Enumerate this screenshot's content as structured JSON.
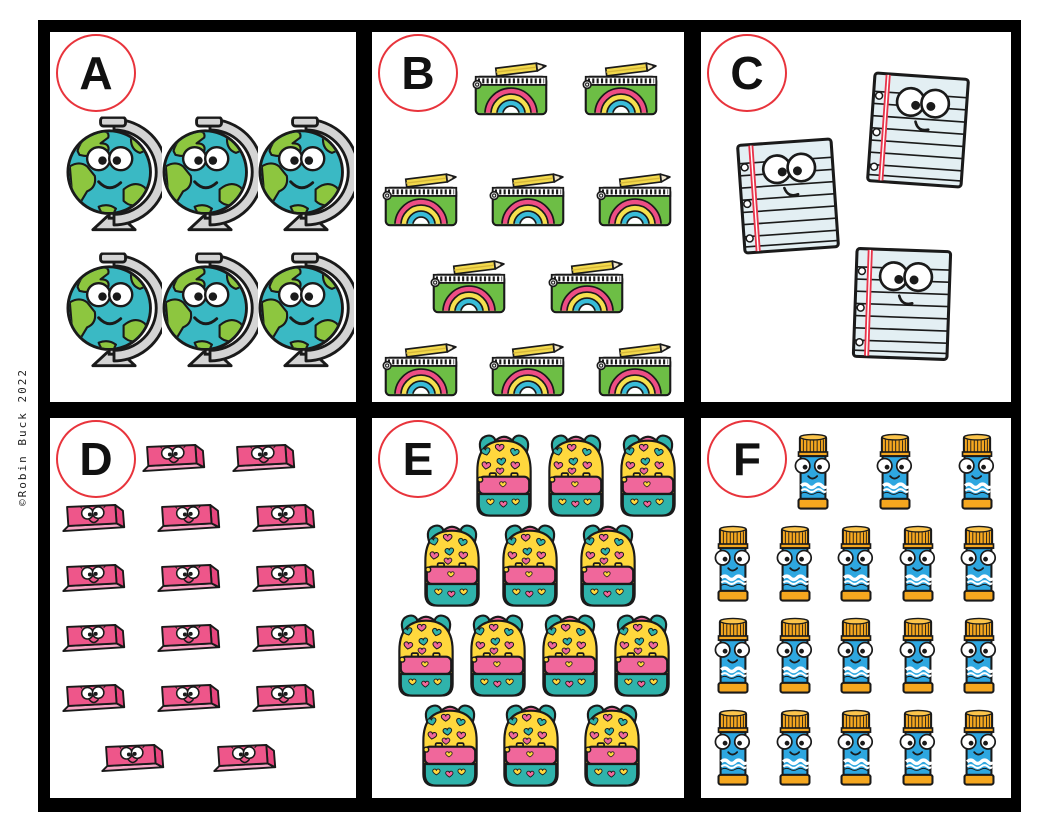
{
  "page": {
    "copyright": "©Robin Buck 2022"
  },
  "colors": {
    "frame": "#000000",
    "card_bg": "#ffffff",
    "badge_ring": "#e8343c",
    "outline": "#1a1a1a",
    "globe_ocean": "#3ab9c4",
    "globe_land": "#8dc63f",
    "stand_gray": "#d4d4d4",
    "pouch_green": "#6dbe45",
    "rainbow_pink": "#ee4d84",
    "rainbow_yellow": "#f5e04e",
    "rainbow_blue": "#38bcd8",
    "pencil_yellow": "#f2d94d",
    "paper_blue": "#e3eff3",
    "margin_red": "#e8334a",
    "eraser_pink": "#ee568a",
    "eraser_pink_dark": "#e8457e",
    "eraser_pink_light": "#f8a9c8",
    "backpack_yellow": "#ffd83d",
    "backpack_teal": "#2fb3ab",
    "backpack_pink": "#f0679b",
    "glue_blue": "#2ea7e0",
    "glue_orange": "#f5a71f",
    "glue_orange_light": "#fbc44b"
  },
  "cards": [
    {
      "letter": "A",
      "item": "globe",
      "item_label": "globes",
      "count": 6,
      "rows": [
        3,
        3
      ]
    },
    {
      "letter": "B",
      "item": "pencil-pouch",
      "item_label": "pencil pouches",
      "count": 10,
      "rows": [
        2,
        3,
        2,
        3
      ]
    },
    {
      "letter": "C",
      "item": "notebook-paper",
      "item_label": "notebook papers",
      "count": 3,
      "rows": [
        1,
        1,
        1
      ],
      "arrangement": "scattered"
    },
    {
      "letter": "D",
      "item": "eraser",
      "item_label": "erasers",
      "count": 16,
      "rows": [
        2,
        3,
        3,
        3,
        3,
        2
      ]
    },
    {
      "letter": "E",
      "item": "backpack",
      "item_label": "backpacks",
      "count": 13,
      "rows": [
        3,
        3,
        4,
        3
      ]
    },
    {
      "letter": "F",
      "item": "glue-stick",
      "item_label": "glue sticks",
      "count": 18,
      "rows": [
        3,
        5,
        5,
        5
      ]
    }
  ]
}
